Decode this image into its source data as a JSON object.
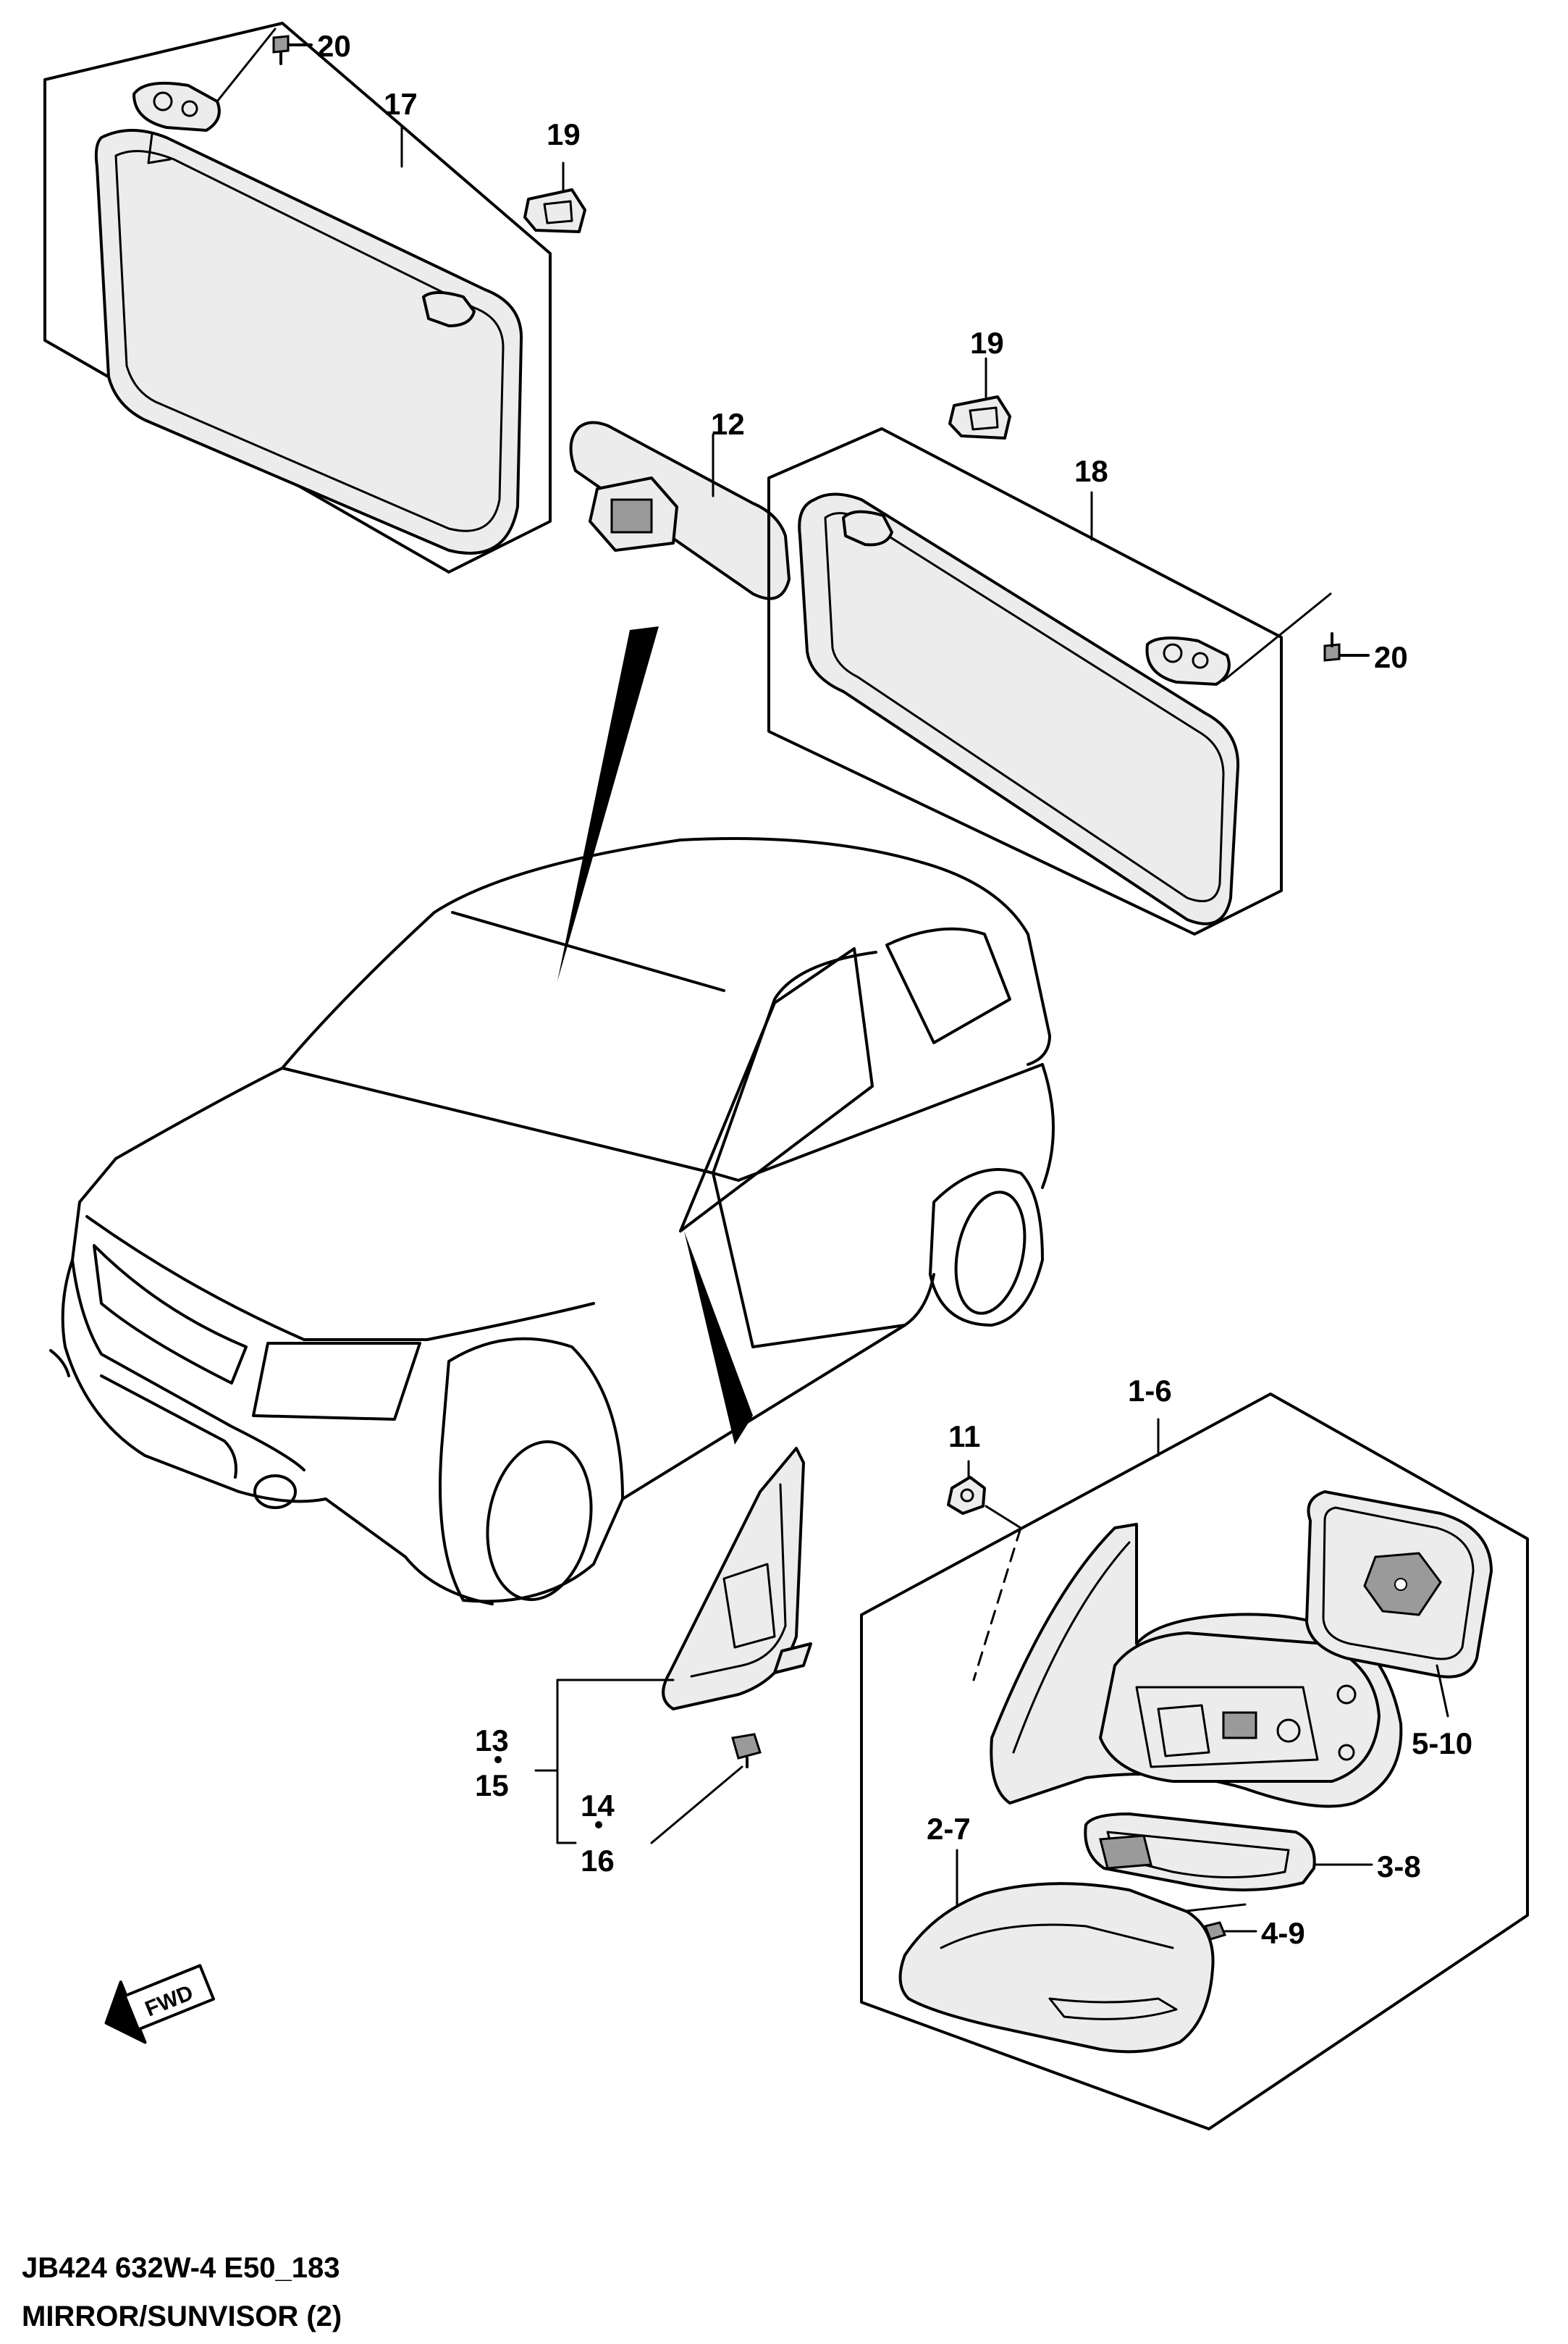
{
  "callouts": {
    "screw_top": "20",
    "visor_left": "17",
    "holder_left": "19",
    "inner_mirror": "12",
    "holder_right": "19",
    "visor_right": "18",
    "screw_right": "20",
    "nut": "11",
    "outer_assy": "1-6",
    "glass": "5-10",
    "turn_lamp": "3-8",
    "lamp_screw": "4-9",
    "cover": "2-7",
    "garnish_a": "13",
    "garnish_b": "15",
    "clip_a": "14",
    "clip_b": "16"
  },
  "fwd_label": "FWD",
  "caption": {
    "line1": "JB424 632W-4 E50_183",
    "line2": "MIRROR/SUNVISOR (2)"
  }
}
